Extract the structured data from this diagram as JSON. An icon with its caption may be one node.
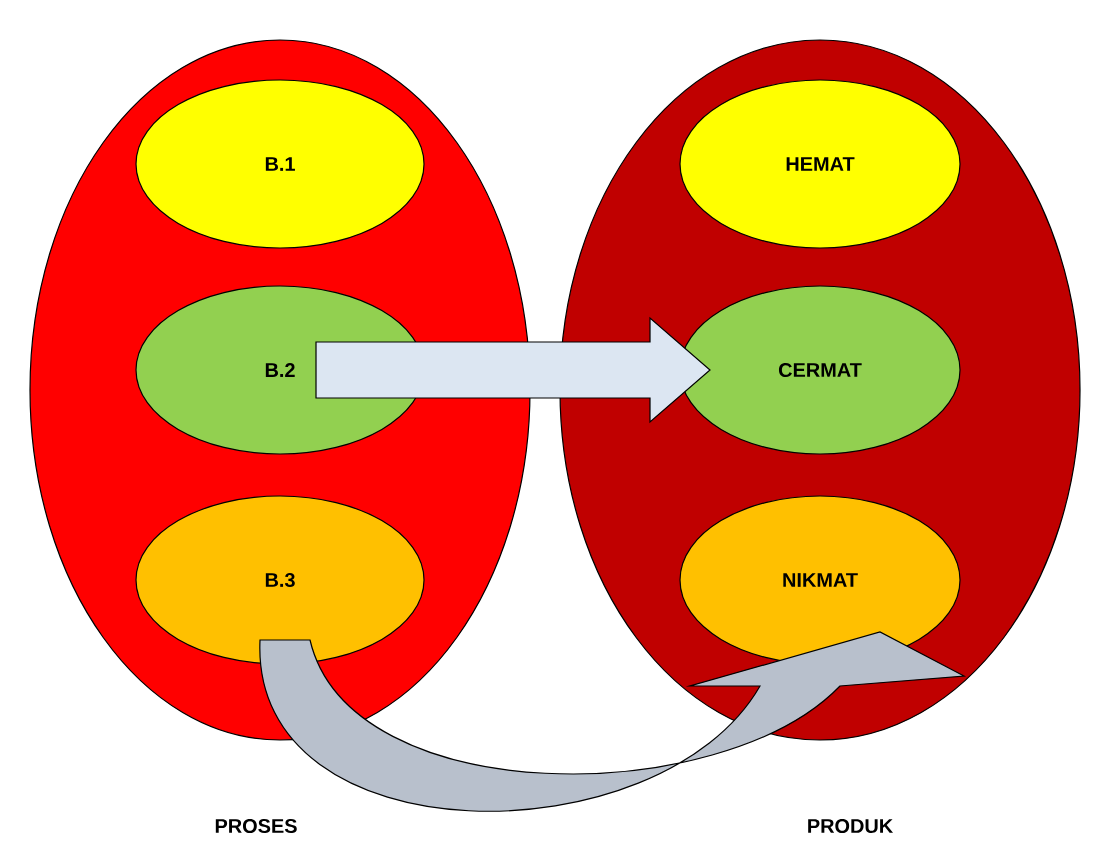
{
  "diagram": {
    "nodes": [
      {
        "text": [
          "PROSES"
        ]
      },
      {
        "text": [
          "B.1"
        ],
        "in": 0
      },
      {
        "text": [
          "B.2"
        ],
        "in": 0
      },
      {
        "text": [
          "B.3"
        ],
        "in": 0
      },
      {
        "text": [
          "PRODUK"
        ]
      },
      {
        "text": [
          "HEMAT"
        ],
        "in": 4
      },
      {
        "text": [
          "CERMAT"
        ],
        "in": 4
      },
      {
        "text": [
          "NIKMAT"
        ],
        "in": 4
      }
    ],
    "edges": [
      {
        "from": 2,
        "to": 6,
        "arrow": "to"
      },
      {
        "from": 3,
        "to": 7,
        "arrow": "to"
      }
    ]
  }
}
